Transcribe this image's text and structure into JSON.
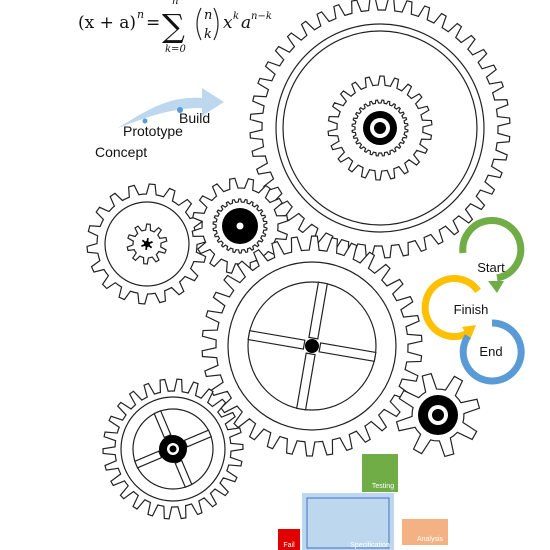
{
  "formula": {
    "lhs": "(x + a)",
    "lhs_exp": "n",
    "equals": "=",
    "sigma": "∑",
    "sum_upper": "n",
    "sum_lower": "k=0",
    "binom_top": "n",
    "binom_bottom": "k",
    "x_base": "x",
    "x_exp": "k",
    "a_base": "a",
    "a_exp": "n−k"
  },
  "progress_arrow": {
    "color": "#bdd7ee",
    "dot_color": "#5b9bd5",
    "steps": [
      "Concept",
      "Prototype",
      "Build"
    ]
  },
  "cycle": {
    "labels": [
      "Start",
      "Finish",
      "End"
    ],
    "colors": [
      "#70ad47",
      "#ffc000",
      "#5b9bd5"
    ]
  },
  "process_boxes": {
    "testing": {
      "label": "Testing",
      "color": "#70ad47"
    },
    "specification": {
      "label": "Specification",
      "color": "#bdd7ee"
    },
    "analysis": {
      "label": "Analysis",
      "color": "#f4b183"
    },
    "fail": {
      "label": "Fail",
      "color": "#e00000"
    }
  },
  "gear_icons": [
    "large-gear",
    "small-gear",
    "medium-gear",
    "spoked-gear",
    "star-gear"
  ]
}
